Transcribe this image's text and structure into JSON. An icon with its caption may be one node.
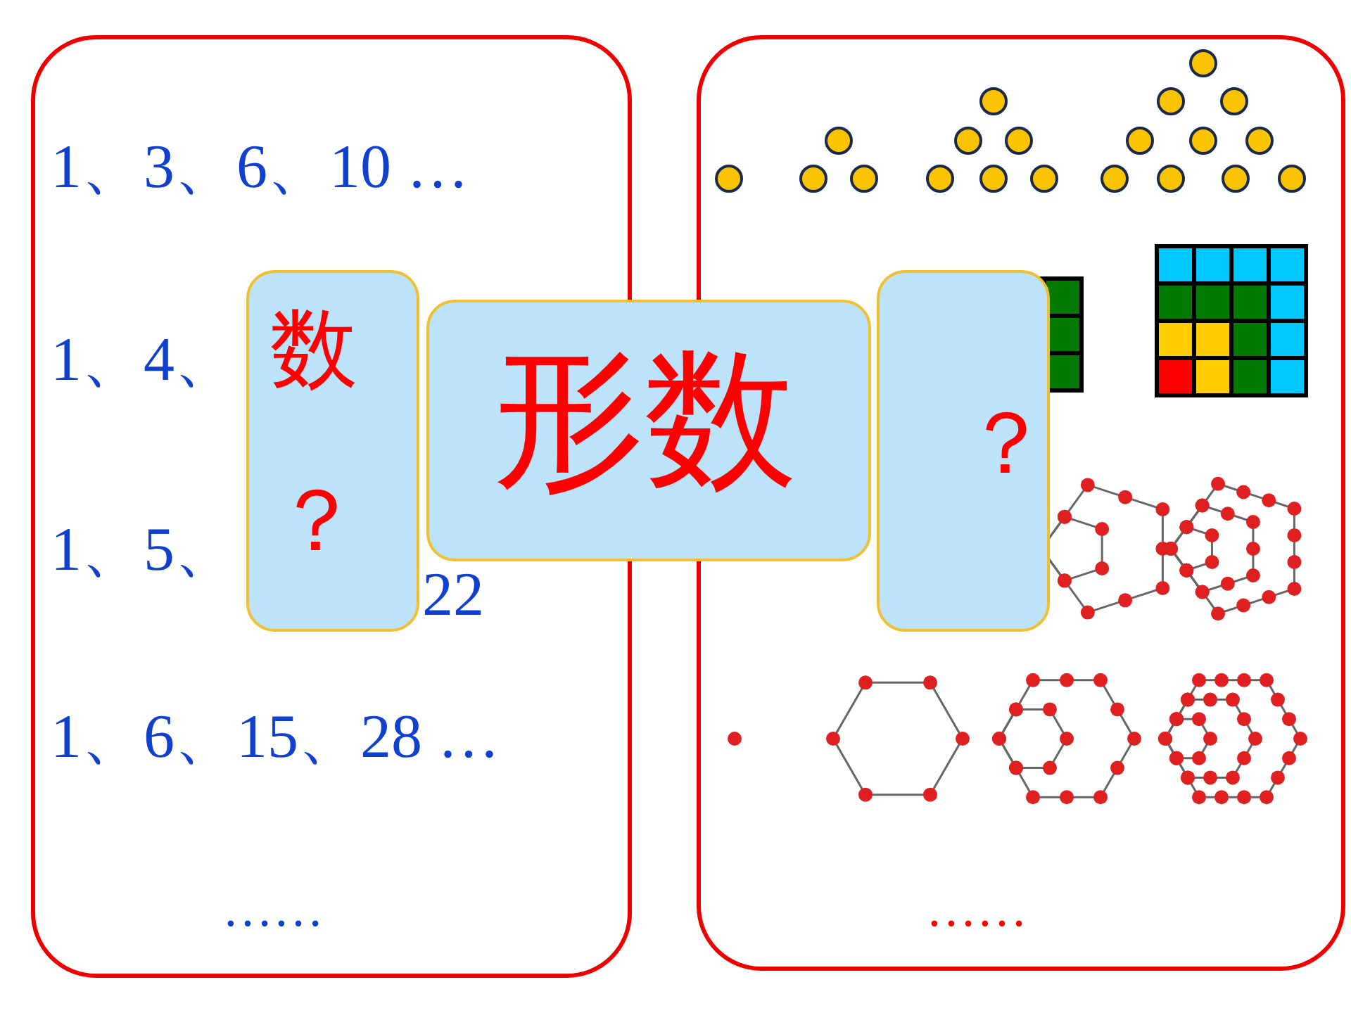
{
  "diagram": {
    "nodes": [
      {
        "text": [
          "1、3、6、10 …",
          "1、4、",
          "1、5、",
          "22",
          "1、6、15、28 …",
          "……"
        ]
      },
      {
        "text": [
          "数",
          "？"
        ],
        "in": 0
      },
      {
        "text": [
          "形数"
        ]
      },
      {
        "text": [
          "……"
        ]
      },
      {
        "text": [
          "？"
        ],
        "in": 3
      }
    ]
  }
}
